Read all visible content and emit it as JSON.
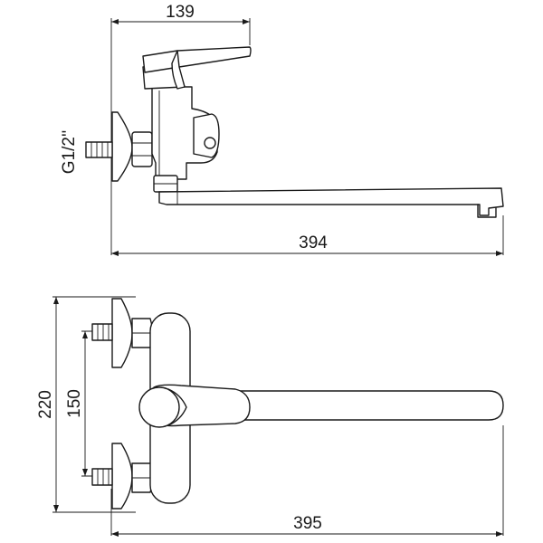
{
  "dimensions": {
    "top_handle_width": "139",
    "thread_size": "G1/2''",
    "top_overall_length": "394",
    "bottom_height": "220",
    "bottom_center_distance": "150",
    "bottom_overall_length": "395"
  }
}
